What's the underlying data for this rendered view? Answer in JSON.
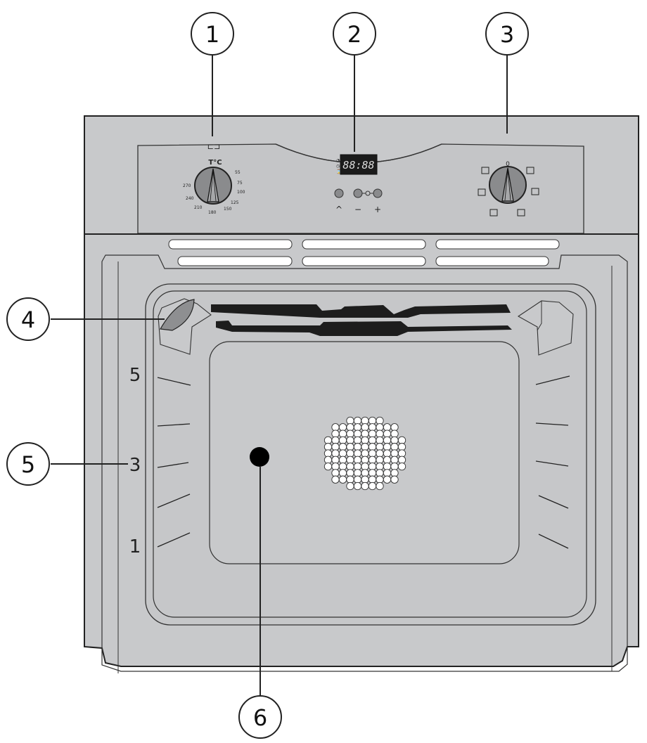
{
  "callouts": [
    {
      "id": "1",
      "label": "1"
    },
    {
      "id": "2",
      "label": "2"
    },
    {
      "id": "3",
      "label": "3"
    },
    {
      "id": "4",
      "label": "4"
    },
    {
      "id": "5",
      "label": "5"
    },
    {
      "id": "6",
      "label": "6"
    }
  ],
  "shelf_levels": {
    "top": "5",
    "middle": "3",
    "bottom": "1"
  },
  "temperature_knob": {
    "unit": "T°C",
    "scale": [
      "55",
      "75",
      "100",
      "125",
      "150",
      "180",
      "210",
      "240",
      "270"
    ]
  },
  "display": {
    "time": "88:88"
  },
  "buttons": {
    "up": "^",
    "minus": "−",
    "plus": "+"
  },
  "colors": {
    "body": "#c8c9cb",
    "panel": "#c3c4c6",
    "outline": "#222222",
    "knob": "#8a8b8d",
    "display": "#1b1b1b",
    "display_text": "#dcdcdc",
    "light_marker": "#000000"
  }
}
